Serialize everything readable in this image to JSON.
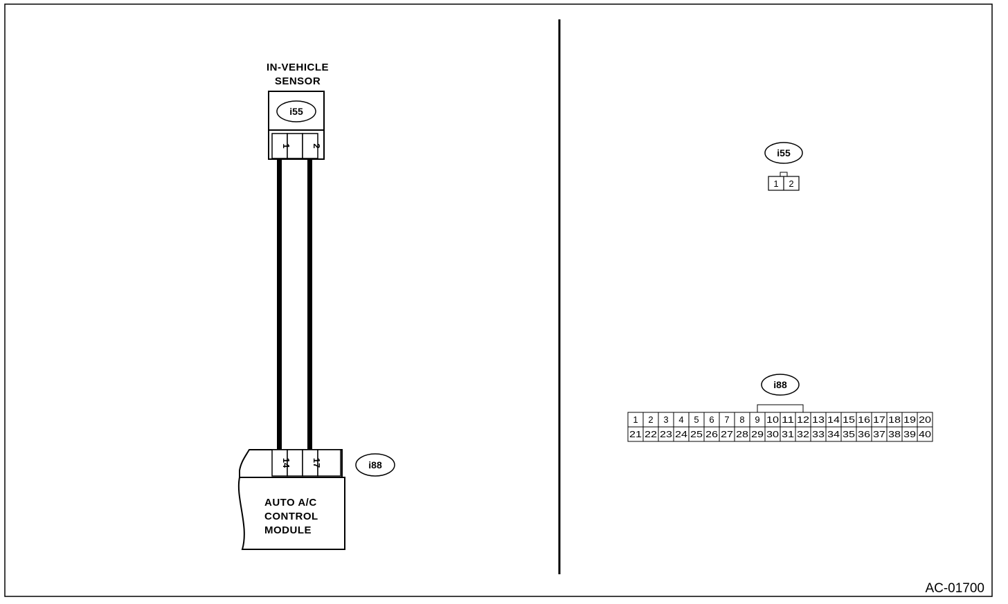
{
  "sensor": {
    "title_line1": "IN-VEHICLE",
    "title_line2": "SENSOR",
    "connector_id": "i55",
    "pins": [
      "1",
      "2"
    ]
  },
  "module": {
    "connector_id": "i88",
    "pins": [
      "14",
      "17"
    ],
    "name_lines": [
      "AUTO A/C",
      "CONTROL",
      "MODULE"
    ]
  },
  "connector_i55": {
    "id": "i55",
    "pins": [
      "1",
      "2"
    ]
  },
  "connector_i88": {
    "id": "i88",
    "row1": [
      "1",
      "2",
      "3",
      "4",
      "5",
      "6",
      "7",
      "8",
      "9",
      "10",
      "11",
      "12",
      "13",
      "14",
      "15",
      "16",
      "17",
      "18",
      "19",
      "20"
    ],
    "row2": [
      "21",
      "22",
      "23",
      "24",
      "25",
      "26",
      "27",
      "28",
      "29",
      "30",
      "31",
      "32",
      "33",
      "34",
      "35",
      "36",
      "37",
      "38",
      "39",
      "40"
    ]
  },
  "figure_ref": "AC-01700"
}
